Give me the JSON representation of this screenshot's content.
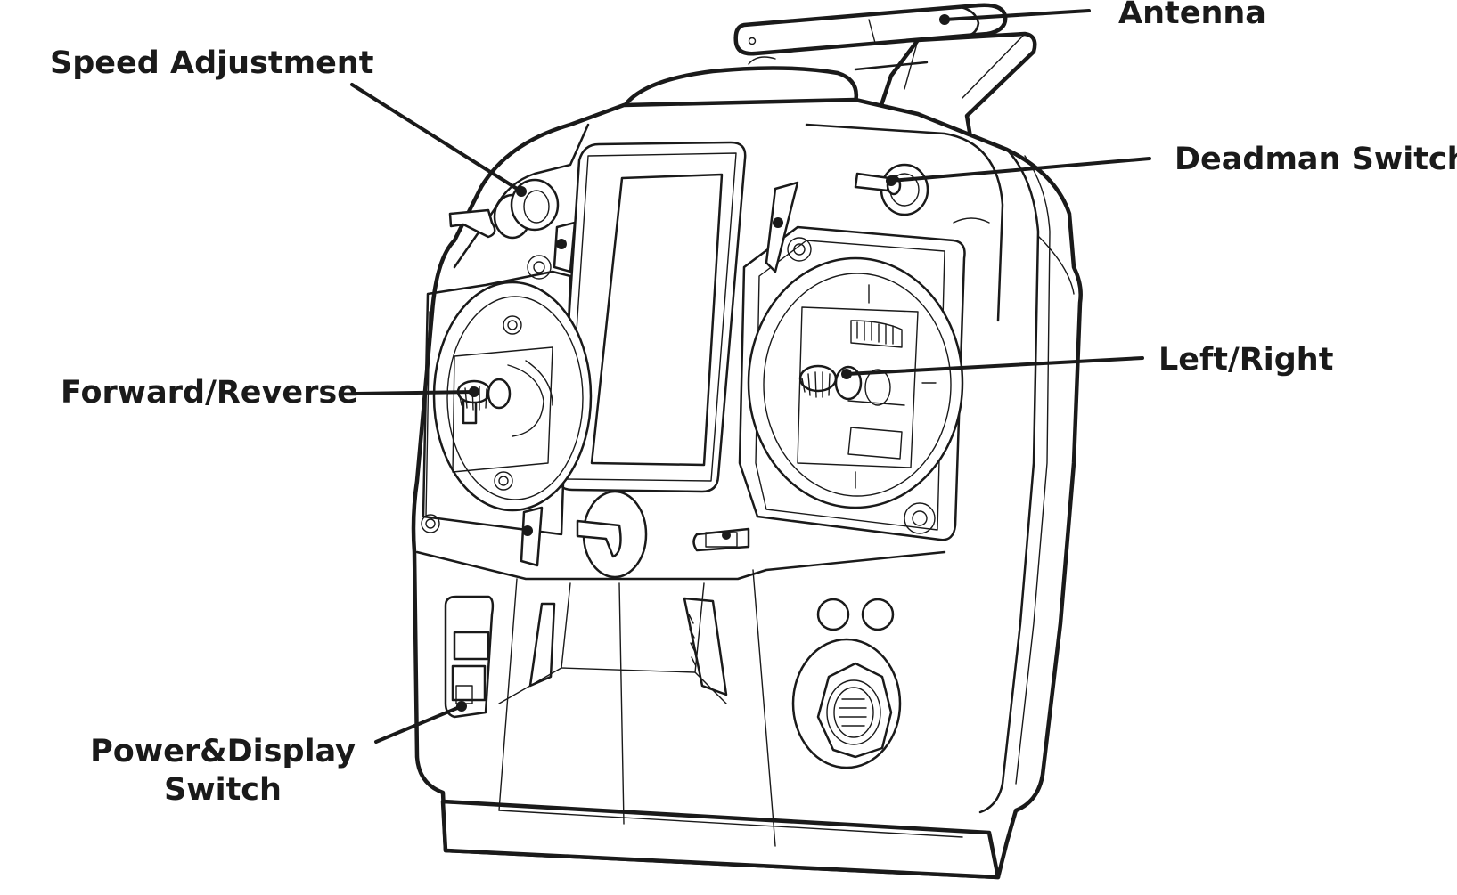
{
  "labels": {
    "antenna": "Antenna",
    "speed_adjustment": "Speed Adjustment",
    "deadman_switch": "Deadman Switch",
    "forward_reverse": "Forward/Reverse",
    "left_right": "Left/Right",
    "power_display_line1": "Power&Display",
    "power_display_line2": "Switch"
  },
  "colors": {
    "ink": "#1a1a1a",
    "background": "#ffffff"
  }
}
